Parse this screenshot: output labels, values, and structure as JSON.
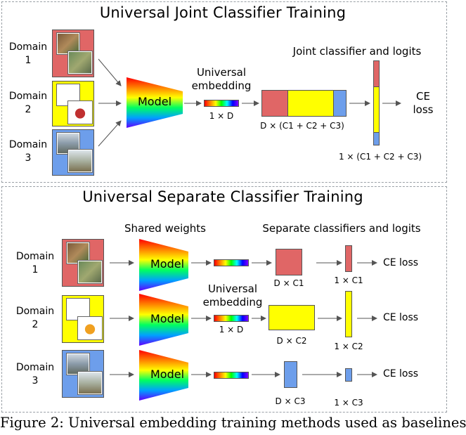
{
  "top": {
    "title": "Universal Joint Classifier Training",
    "domains": [
      "Domain\n1",
      "Domain\n2",
      "Domain\n3"
    ],
    "model_label": "Model",
    "embedding_label": "Universal\nembedding",
    "embedding_dim": "1 × D",
    "classifier_title": "Joint classifier and logits",
    "classifier_dim": "D × (C1 + C2 + C3)",
    "logits_dim": "1 × (C1 + C2 + C3)",
    "loss_label": "CE\nloss"
  },
  "bottom": {
    "title": "Universal Separate Classifier Training",
    "shared_weights": "Shared weights",
    "separate_title": "Separate classifiers and logits",
    "embedding_label": "Universal\nembedding",
    "embedding_dim": "1 × D",
    "rows": [
      {
        "domain": "Domain\n1",
        "model": "Model",
        "classifier_dim": "D × C1",
        "logit_dim": "1 × C1",
        "loss": "CE loss"
      },
      {
        "domain": "Domain\n2",
        "model": "Model",
        "classifier_dim": "D × C2",
        "logit_dim": "1 × C2",
        "loss": "CE loss"
      },
      {
        "domain": "Domain\n3",
        "model": "Model",
        "classifier_dim": "D × C3",
        "logit_dim": "1 × C3",
        "loss": "CE loss"
      }
    ]
  },
  "colors": {
    "domain1": "#e06666",
    "domain2": "#ffff00",
    "domain3": "#6d9eeb",
    "border": "#9aa0a6"
  },
  "caption": "Figure 2: Universal embedding training methods used as baselines"
}
